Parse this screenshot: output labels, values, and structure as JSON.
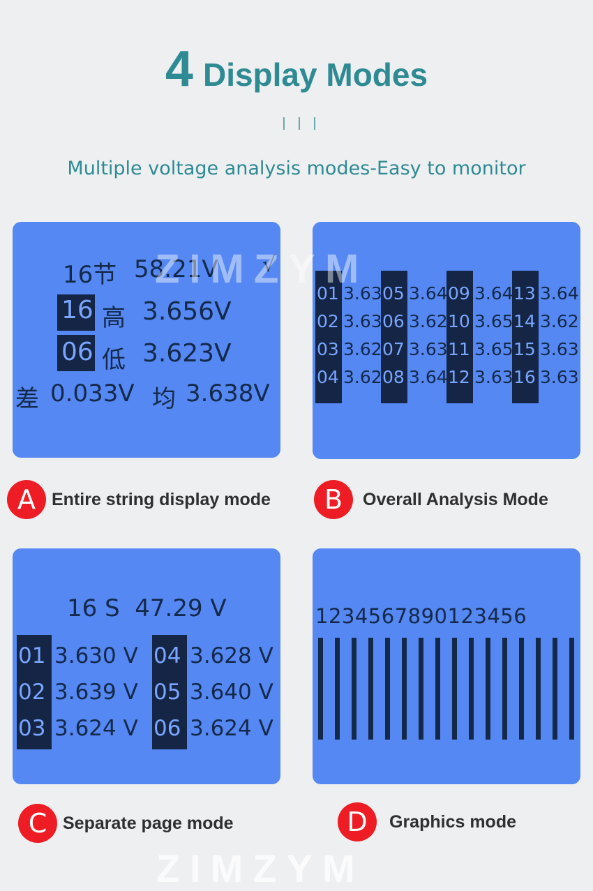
{
  "header": {
    "title_num": "4",
    "title_text": "Display Modes",
    "subtitle": "Multiple voltage analysis modes-Easy to monitor"
  },
  "watermark": "ZIMZYM",
  "mode_a": {
    "badge": "A",
    "label": "Entire string display mode",
    "line1_count": "16节",
    "line1_voltage": "58.21V",
    "check": "√",
    "high_cell": "16",
    "high_label": "高",
    "high_voltage": "3.656V",
    "low_cell": "06",
    "low_label": "低",
    "low_voltage": "3.623V",
    "diff_label": "差",
    "diff_voltage": "0.033V",
    "avg_label": "均",
    "avg_voltage": "3.638V"
  },
  "mode_b": {
    "badge": "B",
    "label": "Overall Analysis Mode",
    "columns": [
      {
        "cells": [
          "01",
          "02",
          "03",
          "04"
        ],
        "values": [
          "3.63",
          "3.63",
          "3.62",
          "3.62"
        ]
      },
      {
        "cells": [
          "05",
          "06",
          "07",
          "08"
        ],
        "values": [
          "3.64",
          "3.62",
          "3.63",
          "3.64"
        ]
      },
      {
        "cells": [
          "09",
          "10",
          "11",
          "12"
        ],
        "values": [
          "3.64",
          "3.65",
          "3.65",
          "3.63"
        ]
      },
      {
        "cells": [
          "13",
          "14",
          "15",
          "16"
        ],
        "values": [
          "3.64",
          "3.62",
          "3.63",
          "3.63"
        ]
      }
    ]
  },
  "mode_c": {
    "badge": "C",
    "label": "Separate page mode",
    "header": "16 S  47.29 V",
    "left_cells": [
      "01",
      "02",
      "03"
    ],
    "left_values": [
      "3.630 V",
      "3.639 V",
      "3.624 V"
    ],
    "right_cells": [
      "04",
      "05",
      "06"
    ],
    "right_values": [
      "3.628 V",
      "3.640 V",
      "3.624 V"
    ]
  },
  "mode_d": {
    "badge": "D",
    "label": "Graphics mode",
    "digits": "1234567890123456",
    "bar_count": 16
  }
}
